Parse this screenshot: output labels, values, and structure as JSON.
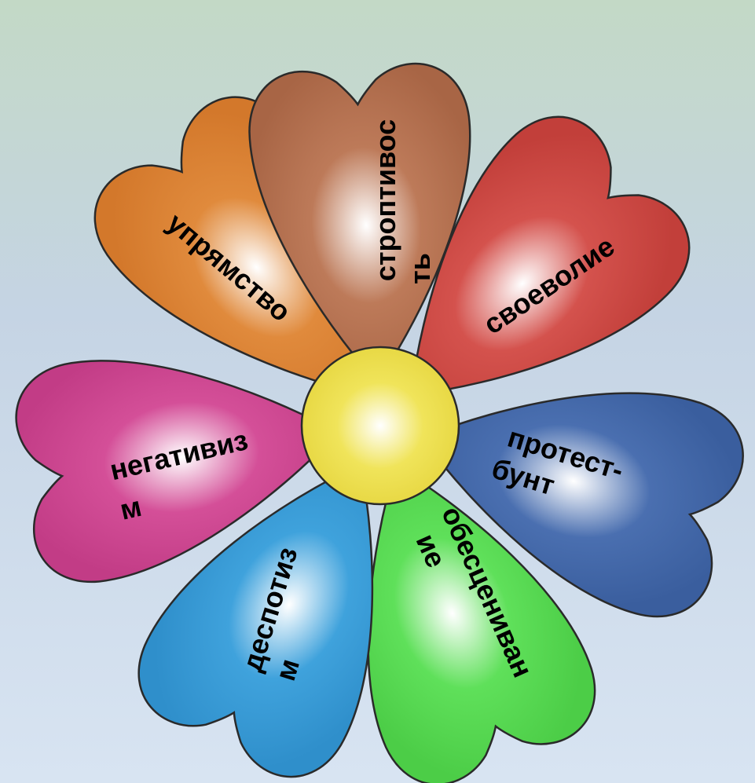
{
  "petals": [
    {
      "id": "stubbornness",
      "lines": [
        "упрямство"
      ],
      "color": "#e08a3c"
    },
    {
      "id": "obstinacy",
      "lines": [
        "строптивос",
        "ть"
      ],
      "color": "#bd7a59"
    },
    {
      "id": "self-will",
      "lines": [
        "своеволие"
      ],
      "color": "#d4524d"
    },
    {
      "id": "protest",
      "lines": [
        "протест-",
        "бунт"
      ],
      "color": "#4a6fb0"
    },
    {
      "id": "devaluation",
      "lines": [
        "обесцениван",
        "ие"
      ],
      "color": "#5fe05a"
    },
    {
      "id": "despotism",
      "lines": [
        "деспотиз",
        "м"
      ],
      "color": "#3fa2dc"
    },
    {
      "id": "negativism",
      "lines": [
        "негативиз",
        "м"
      ],
      "color": "#d44f98"
    }
  ],
  "center_color": "#f0e45a"
}
